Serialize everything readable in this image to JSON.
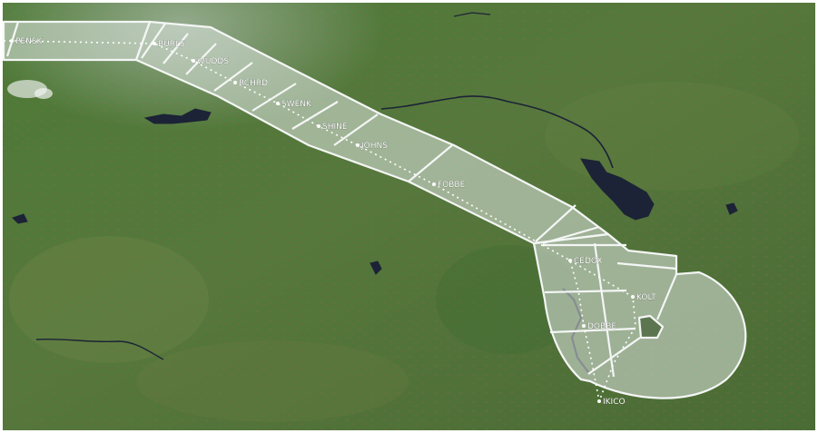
{
  "map": {
    "colors": {
      "terrain": "#4f7436",
      "water": "#1c2336",
      "corridor_fill": "#dfe6e2",
      "corridor_stroke": "#f4f6f5",
      "route": "#ffffff"
    },
    "waypoints": [
      {
        "id": "PENSK",
        "label": "PENSK"
      },
      {
        "id": "BURLS",
        "label": "BURLS"
      },
      {
        "id": "WUDDS",
        "label": "WUDDS"
      },
      {
        "id": "RCHRD",
        "label": "RCHRD"
      },
      {
        "id": "SWENK",
        "label": "SWENK"
      },
      {
        "id": "SHINE",
        "label": "SHINE"
      },
      {
        "id": "JOHNS",
        "label": "JOHNS"
      },
      {
        "id": "FOBBE",
        "label": "FOBBE"
      },
      {
        "id": "CEDOX",
        "label": "CEDOX"
      },
      {
        "id": "KOLT",
        "label": "KOLT"
      },
      {
        "id": "DOBBE",
        "label": "DOBBE"
      },
      {
        "id": "IKICO",
        "label": "IKICO"
      }
    ]
  }
}
